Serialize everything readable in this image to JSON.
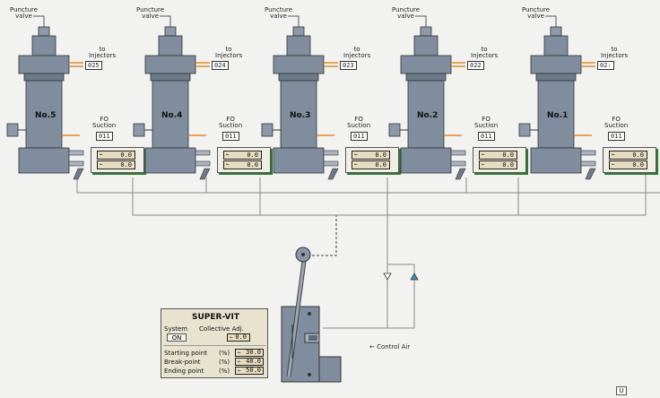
{
  "labels": {
    "puncture_line1": "Puncture",
    "puncture_line2": "valve",
    "to_line1": "to",
    "to_line2": "Injectors",
    "fo_line1": "FO",
    "fo_line2": "Suction",
    "control_air": "← Control Air",
    "arrow": "←"
  },
  "units": [
    {
      "name": "No.5",
      "injectors": "025",
      "suction": "011",
      "v1": "0.0",
      "v2": "0.0"
    },
    {
      "name": "No.4",
      "injectors": "024",
      "suction": "011",
      "v1": "0.0",
      "v2": "0.0"
    },
    {
      "name": "No.3",
      "injectors": "023",
      "suction": "011",
      "v1": "0.0",
      "v2": "0.0"
    },
    {
      "name": "No.2",
      "injectors": "022",
      "suction": "011",
      "v1": "0.0",
      "v2": "0.0"
    },
    {
      "name": "No.1",
      "injectors": "02:",
      "suction": "011",
      "v1": "0.0",
      "v2": "0.0"
    }
  ],
  "supervit": {
    "title": "SUPER-VIT",
    "system_label": "System",
    "collective_label": "Collective Adj.",
    "on_button": "ON",
    "collective_value": "0.0",
    "rows": [
      {
        "label": "Starting point",
        "unit": "(%)",
        "value": "30.0"
      },
      {
        "label": "Break-point",
        "unit": "(%)",
        "value": "40.0"
      },
      {
        "label": "Ending point",
        "unit": "(%)",
        "value": "50.0"
      }
    ]
  },
  "corner_button": "U",
  "colors": {
    "pump_body": "#7f8d9e",
    "pump_dark": "#5d6a78",
    "panel_shadow": "#2d7a2d",
    "pipe_orange": "#e08a2c",
    "value_bg": "#e8dcc0"
  }
}
